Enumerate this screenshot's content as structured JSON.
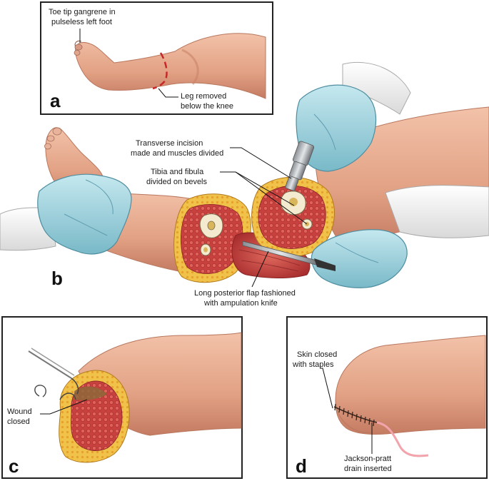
{
  "panels": {
    "a": {
      "letter": "a",
      "label_gangrene_1": "Toe tip gangrene in",
      "label_gangrene_2": "pulseless left foot",
      "label_leg_1": "Leg removed",
      "label_leg_2": "below the knee"
    },
    "b": {
      "letter": "b",
      "label_incision_1": "Transverse incision",
      "label_incision_2": "made and muscles divided",
      "label_bones_1": "Tibia and fibula",
      "label_bones_2": "divided on bevels",
      "label_flap_1": "Long posterior flap fashioned",
      "label_flap_2": "with ampulation knife"
    },
    "c": {
      "letter": "c",
      "label_wound_1": "Wound",
      "label_wound_2": "closed"
    },
    "d": {
      "letter": "d",
      "label_skin_1": "Skin closed",
      "label_skin_2": "with staples",
      "label_drain_1": "Jackson-pratt",
      "label_drain_2": "drain inserted"
    }
  },
  "colors": {
    "skin": "#e6a98e",
    "skin_shadow": "#c98368",
    "glove": "#9fd3df",
    "glove_shadow": "#6fb2c2",
    "muscle": "#c8413f",
    "fat": "#f0c34a",
    "bone": "#f3ead0",
    "incision": "#c62828"
  }
}
